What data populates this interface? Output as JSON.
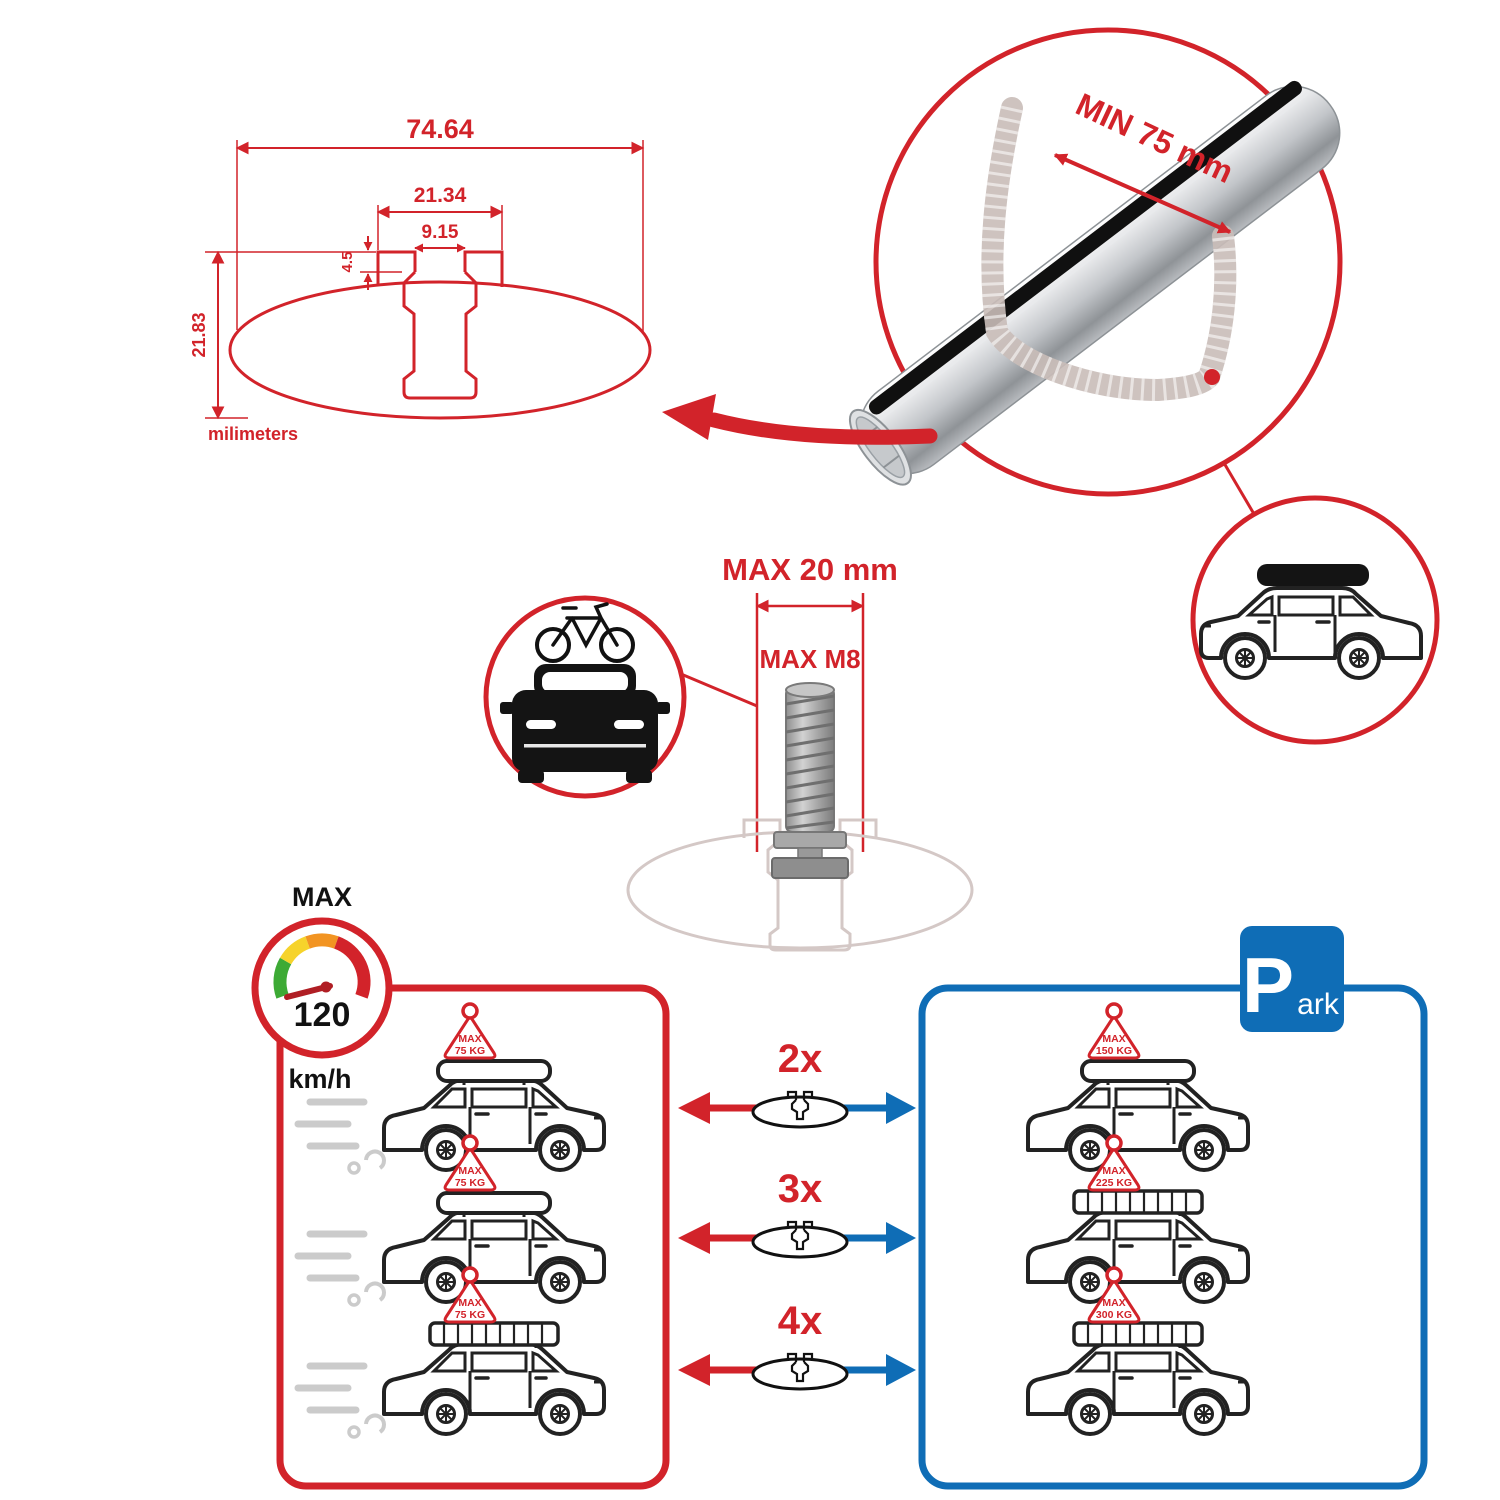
{
  "colors": {
    "red": "#d2232a",
    "blue": "#0f6db6",
    "black": "#1a1a1a",
    "sketch_gray": "#c9bdb8",
    "motion_gray": "#cbcbcb"
  },
  "profile_drawing": {
    "dim_total_width": "74.64",
    "dim_channel_width": "21.34",
    "dim_slot_width": "9.15",
    "dim_lip_height": "4.5",
    "dim_total_height": "21.83",
    "unit_label": "milimeters"
  },
  "bar_detail": {
    "min_span_label": "MIN 75 mm"
  },
  "bolt_detail": {
    "max_length_label": "MAX 20 mm",
    "max_thread_label": "MAX M8"
  },
  "speed_badge": {
    "title": "MAX",
    "value": "120",
    "unit": "km/h"
  },
  "park_sign": {
    "letter": "P",
    "suffix": "ark"
  },
  "comparison": {
    "rows": [
      {
        "multiplier": "2x",
        "driving_badge": {
          "line1": "MAX",
          "line2": "75 KG"
        },
        "parked_badge": {
          "line1": "MAX",
          "line2": "150 KG"
        }
      },
      {
        "multiplier": "3x",
        "driving_badge": {
          "line1": "MAX",
          "line2": "75 KG"
        },
        "parked_badge": {
          "line1": "MAX",
          "line2": "225 KG"
        }
      },
      {
        "multiplier": "4x",
        "driving_badge": {
          "line1": "MAX",
          "line2": "75 KG"
        },
        "parked_badge": {
          "line1": "MAX",
          "line2": "300 KG"
        }
      }
    ]
  }
}
